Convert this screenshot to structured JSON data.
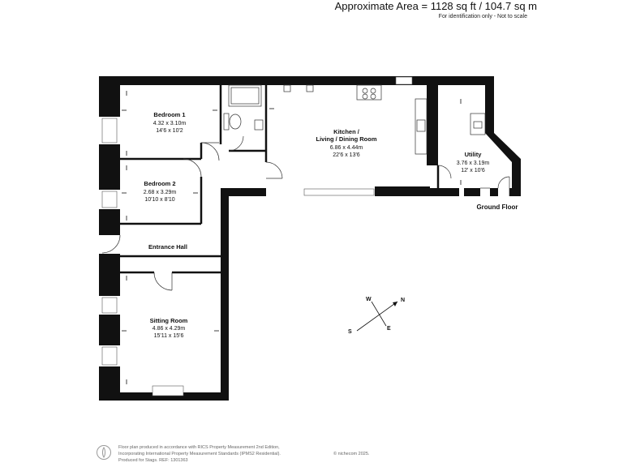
{
  "header": {
    "area": "Approximate Area = 1128 sq ft / 104.7 sq m",
    "note": "For identification only - Not to scale"
  },
  "rooms": [
    {
      "name": "Bedroom 1",
      "metric": "4.32 x 3.10m",
      "imperial": "14'6 x 10'2"
    },
    {
      "name": "Bedroom 2",
      "metric": "2.68 x 3.29m",
      "imperial": "10'10 x 8'10"
    },
    {
      "name": "Kitchen /",
      "name2": "Living / Dining Room",
      "metric": "6.86 x 4.44m",
      "imperial": "22'6 x 13'6"
    },
    {
      "name": "Utility",
      "metric": "3.76 x 3.19m",
      "imperial": "12' x 10'6"
    },
    {
      "name": "Entrance Hall"
    },
    {
      "name": "Sitting Room",
      "metric": "4.86 x 4.29m",
      "imperial": "15'11 x 15'6"
    }
  ],
  "floor_label": "Ground Floor",
  "compass": {
    "n": "N",
    "s": "S",
    "e": "E",
    "w": "W"
  },
  "footer": {
    "line1": "Floor plan produced in accordance with RICS Property Measurement 2nd Edition,",
    "line2": "Incorporating International Property Measurement Standards (IPMS2 Residential).",
    "line3": "Produced for Stags.   REF: 1301363",
    "copyright": "© nichecom 2025."
  },
  "colors": {
    "wall": "#111111",
    "thin": "#555555"
  }
}
